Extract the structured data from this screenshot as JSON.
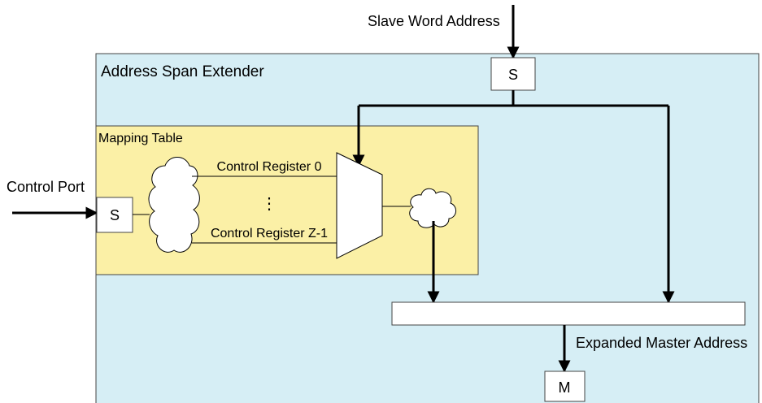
{
  "outer": {
    "title": "Address Span Extender",
    "fill": "#d6eef5",
    "stroke": "#444444"
  },
  "mapping_table": {
    "title": "Mapping Table",
    "fill": "#fbf0a6",
    "stroke": "#444444"
  },
  "slave_input": {
    "label": "Slave Word Address",
    "port": "S"
  },
  "control_input": {
    "label": "Control Port",
    "port": "S"
  },
  "registers": {
    "first": "Control Register 0",
    "ellipsis": "⋮",
    "last": "Control Register Z-1"
  },
  "output": {
    "label": "Expanded Master Address",
    "port": "M"
  },
  "colors": {
    "line": "#000000",
    "box_fill": "#ffffff"
  }
}
